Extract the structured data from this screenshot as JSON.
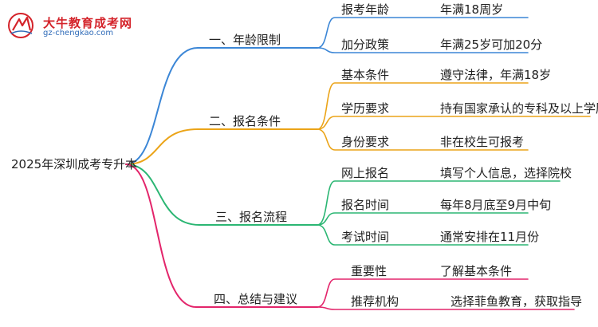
{
  "logo": {
    "title": "大牛教育成考网",
    "url": "gz-chengkao.com"
  },
  "root": "2025年深圳成考专升本",
  "colors": {
    "age": "#3b86d6",
    "apply": "#eba418",
    "process": "#2bb673",
    "summary": "#e3256b"
  },
  "branches": [
    {
      "label": "一、年龄限制",
      "color_key": "age",
      "leaves": [
        {
          "label": "报考年龄",
          "value": "年满18周岁"
        },
        {
          "label": "加分政策",
          "value": "年满25岁可加20分"
        }
      ]
    },
    {
      "label": "二、报名条件",
      "color_key": "apply",
      "leaves": [
        {
          "label": "基本条件",
          "value": "遵守法律，年满18岁"
        },
        {
          "label": "学历要求",
          "value": "持有国家承认的专科及以上学历"
        },
        {
          "label": "身份要求",
          "value": "非在校生可报考"
        }
      ]
    },
    {
      "label": "三、报名流程",
      "color_key": "process",
      "leaves": [
        {
          "label": "网上报名",
          "value": "填写个人信息，选择院校"
        },
        {
          "label": "报名时间",
          "value": "每年8月底至9月中旬"
        },
        {
          "label": "考试时间",
          "value": "通常安排在11月份"
        }
      ]
    },
    {
      "label": "四、总结与建议",
      "color_key": "summary",
      "leaves": [
        {
          "label": "重要性",
          "value": "了解基本条件"
        },
        {
          "label": "推荐机构",
          "value": "选择菲鱼教育，获取指导"
        }
      ]
    }
  ]
}
